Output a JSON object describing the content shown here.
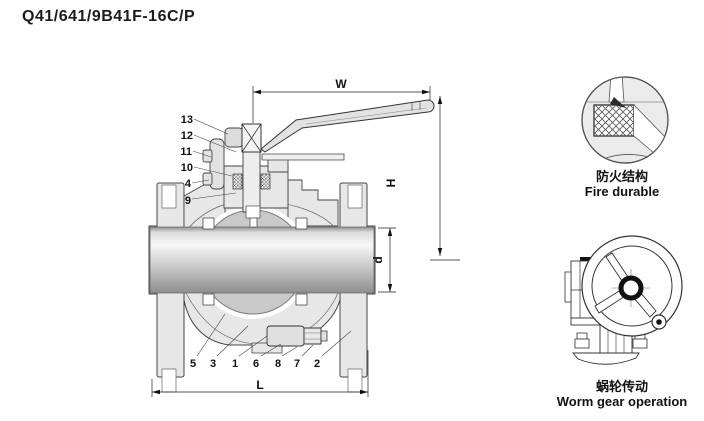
{
  "title": "Q41/641/9B41F-16C/P",
  "dimensions": {
    "width": "W",
    "height": "H",
    "bore": "d",
    "length": "L"
  },
  "parts_left": [
    "13",
    "12",
    "11",
    "10",
    "4",
    "9"
  ],
  "parts_bottom": [
    "5",
    "3",
    "1",
    "6",
    "8",
    "7",
    "2"
  ],
  "details": {
    "fire": {
      "zh": "防火结构",
      "en": "Fire durable"
    },
    "worm": {
      "zh": "蜗轮传动",
      "en": "Worm gear operation"
    }
  },
  "colors": {
    "line": "#333333",
    "body_fill": "#e7e7e7",
    "black": "#111111"
  }
}
